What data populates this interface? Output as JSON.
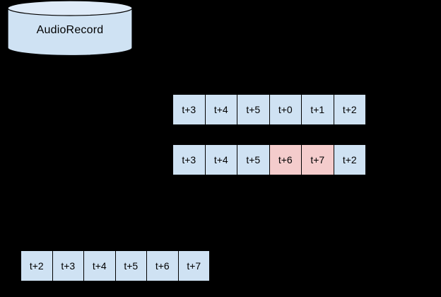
{
  "canvas": {
    "background": "#000000"
  },
  "colors": {
    "background": "#000000",
    "cell_blue": "#cfe2f3",
    "cell_pink": "#f4cccc",
    "cylinder_body": "#cfe2f3",
    "cylinder_top": "#dfebf8",
    "stroke": "#000000",
    "text": "#000000"
  },
  "cylinder": {
    "label": "AudioRecord"
  },
  "rows": [
    {
      "id": "buffer-row-top",
      "cells": [
        {
          "label": "t+3",
          "highlight": false
        },
        {
          "label": "t+4",
          "highlight": false
        },
        {
          "label": "t+5",
          "highlight": false
        },
        {
          "label": "t+0",
          "highlight": false
        },
        {
          "label": "t+1",
          "highlight": false
        },
        {
          "label": "t+2",
          "highlight": false
        }
      ]
    },
    {
      "id": "buffer-row-middle",
      "cells": [
        {
          "label": "t+3",
          "highlight": false
        },
        {
          "label": "t+4",
          "highlight": false
        },
        {
          "label": "t+5",
          "highlight": false
        },
        {
          "label": "t+6",
          "highlight": true
        },
        {
          "label": "t+7",
          "highlight": true
        },
        {
          "label": "t+2",
          "highlight": false
        }
      ]
    },
    {
      "id": "buffer-row-bottom",
      "cells": [
        {
          "label": "t+2",
          "highlight": false
        },
        {
          "label": "t+3",
          "highlight": false
        },
        {
          "label": "t+4",
          "highlight": false
        },
        {
          "label": "t+5",
          "highlight": false
        },
        {
          "label": "t+6",
          "highlight": false
        },
        {
          "label": "t+7",
          "highlight": false
        }
      ]
    }
  ]
}
